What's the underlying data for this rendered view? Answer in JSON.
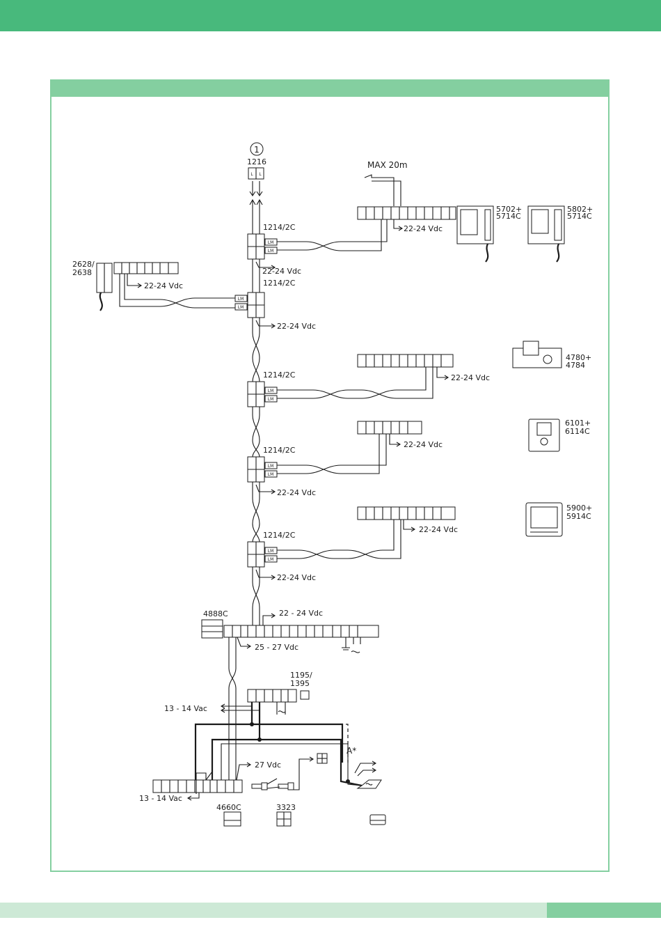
{
  "colors": {
    "header_green": "#48b97c",
    "panel_green": "#84cfa0",
    "footer_light": "#cde9d6"
  },
  "circle_number": "1",
  "labels": {
    "top_module": "1216",
    "max_distance": "MAX 20m",
    "distributor": "1214/2C",
    "v_22_24": "22-24 Vdc",
    "v_22_24_spaced": "22 - 24 Vdc",
    "v_25_27": "25 - 27 Vdc",
    "v_13_14": "13 - 14 Vac",
    "v_27": "27 Vdc",
    "note_star": "A*",
    "power_unit": "4888C",
    "transformer": [
      "1195/",
      "1395"
    ],
    "audio_phone": [
      "2628/",
      "2638"
    ],
    "monitor_1": [
      "5702+",
      "5714C"
    ],
    "monitor_2": [
      "5802+",
      "5714C"
    ],
    "monitor_3": [
      "4780+",
      "4784"
    ],
    "monitor_4": [
      "6101+",
      "6114C"
    ],
    "monitor_5": [
      "5900+",
      "5914C"
    ],
    "entry_panel": "4660C",
    "keypad": "3323"
  }
}
